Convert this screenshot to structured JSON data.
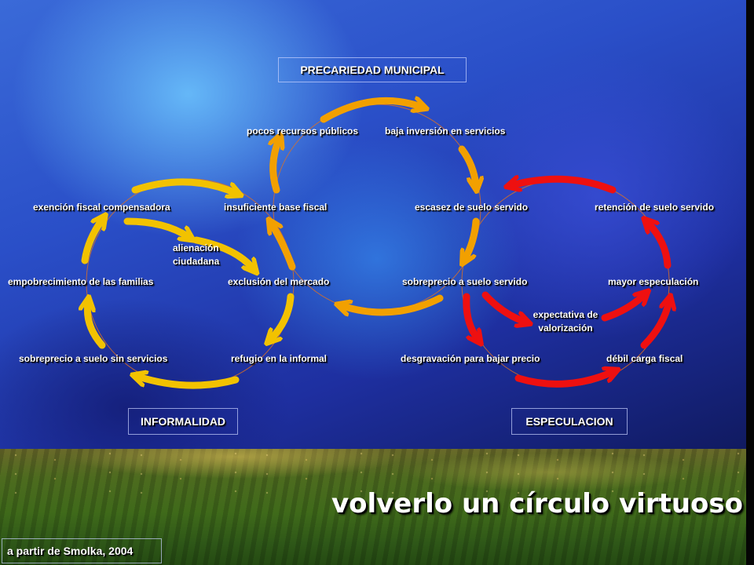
{
  "colors": {
    "informalidad": "#f2c200",
    "precariedad": "#f2a000",
    "especulacion": "#ee1010",
    "thin_line": "#e07020"
  },
  "boxes": {
    "precariedad": "PRECARIEDAD MUNICIPAL",
    "informalidad": "INFORMALIDAD",
    "especulacion": "ESPECULACION"
  },
  "labels": {
    "pocos_recursos": "pocos recursos públicos",
    "baja_inversion": "baja inversión en servicios",
    "exencion_fiscal": "exención fiscal compensadora",
    "insuficiente_base": "insuficiente base fiscal",
    "escasez_suelo": "escasez de suelo servido",
    "retencion_suelo": "retención de suelo servido",
    "alienacion_1": "alienación",
    "alienacion_2": "ciudadana",
    "empobrecimiento": "empobrecimiento de las familias",
    "exclusion_mercado": "exclusión del mercado",
    "sobreprecio_servido": "sobreprecio a suelo servido",
    "mayor_especulacion": "mayor especulación",
    "expectativa_1": "expectativa de",
    "expectativa_2": "valorización",
    "sobreprecio_sin": "sobreprecio a suelo sin servicios",
    "refugio_informal": "refugio en la informal",
    "desgravacion": "desgravación para bajar precio",
    "debil_carga": "débil carga fiscal"
  },
  "title": "volverlo un círculo virtuoso",
  "credit": "a partir de Smolka, 2004"
}
